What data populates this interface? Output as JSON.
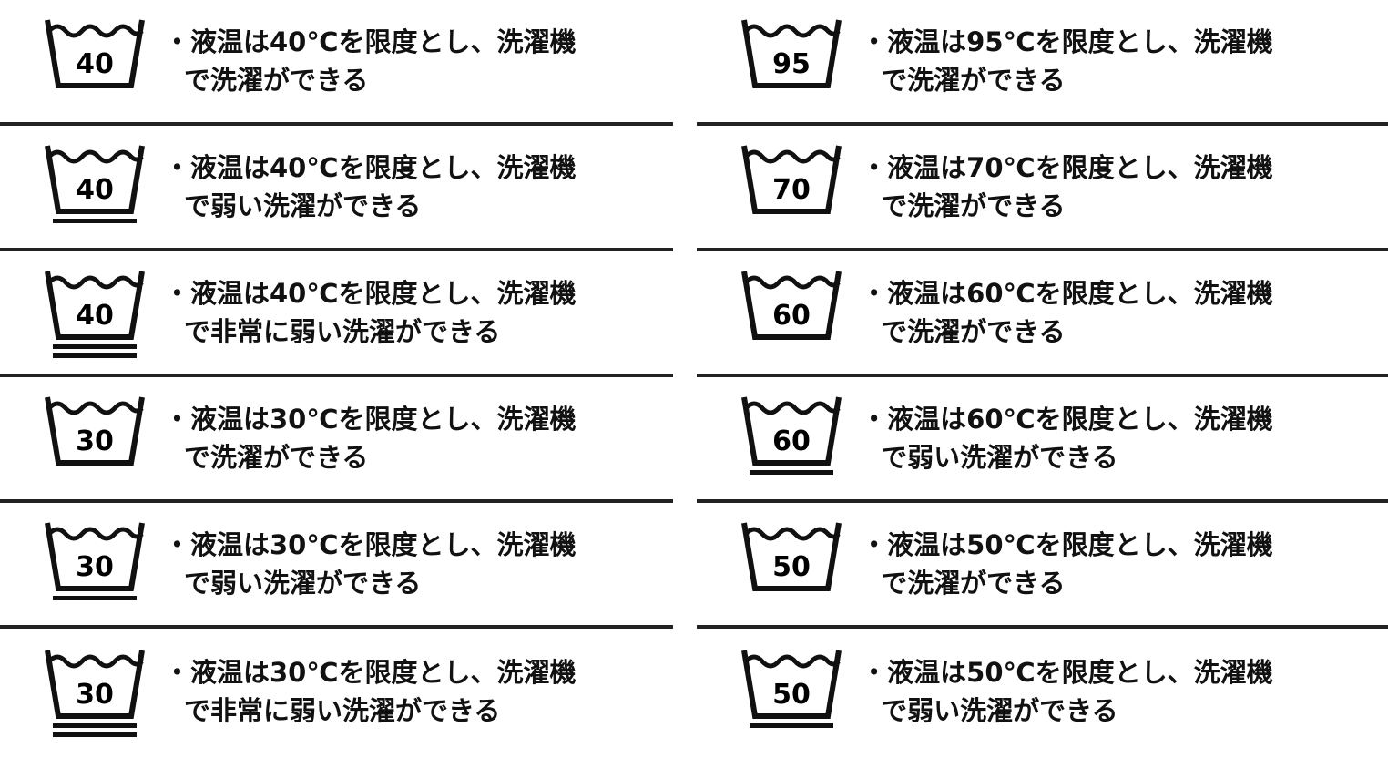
{
  "left_column": [
    {
      "number": "40",
      "bars": 0,
      "line1": "・液温は40℃を限度とし、洗濯機",
      "line2": "で洗濯ができる"
    },
    {
      "number": "40",
      "bars": 1,
      "line1": "・液温は40℃を限度とし、洗濯機",
      "line2": "で弱い洗濯ができる"
    },
    {
      "number": "40",
      "bars": 2,
      "line1": "・液温は40℃を限度とし、洗濯機",
      "line2": "で非常に弱い洗濯ができる"
    },
    {
      "number": "30",
      "bars": 0,
      "line1": "・液温は30℃を限度とし、洗濯機",
      "line2": "で洗濯ができる"
    },
    {
      "number": "30",
      "bars": 1,
      "line1": "・液温は30℃を限度とし、洗濯機",
      "line2": "で弱い洗濯ができる"
    },
    {
      "number": "30",
      "bars": 2,
      "line1": "・液温は30℃を限度とし、洗濯機",
      "line2": "で非常に弱い洗濯ができる"
    }
  ],
  "right_column": [
    {
      "number": "95",
      "bars": 0,
      "line1": "・液温は95℃を限度とし、洗濯機",
      "line2": "で洗濯ができる"
    },
    {
      "number": "70",
      "bars": 0,
      "line1": "・液温は70℃を限度とし、洗濯機",
      "line2": "で洗濯ができる"
    },
    {
      "number": "60",
      "bars": 0,
      "line1": "・液温は60℃を限度とし、洗濯機",
      "line2": "で洗濯ができる"
    },
    {
      "number": "60",
      "bars": 1,
      "line1": "・液温は60℃を限度とし、洗濯機",
      "line2": "で弱い洗濯ができる"
    },
    {
      "number": "50",
      "bars": 0,
      "line1": "・液温は50℃を限度とし、洗濯機",
      "line2": "で洗濯ができる"
    },
    {
      "number": "50",
      "bars": 1,
      "line1": "・液温は50℃を限度とし、洗濯機",
      "line2": "で弱い洗濯ができる"
    }
  ],
  "colors": {
    "ink": "#111111",
    "divider": "#222222",
    "background": "#ffffff"
  },
  "icon": "washtub-icon"
}
